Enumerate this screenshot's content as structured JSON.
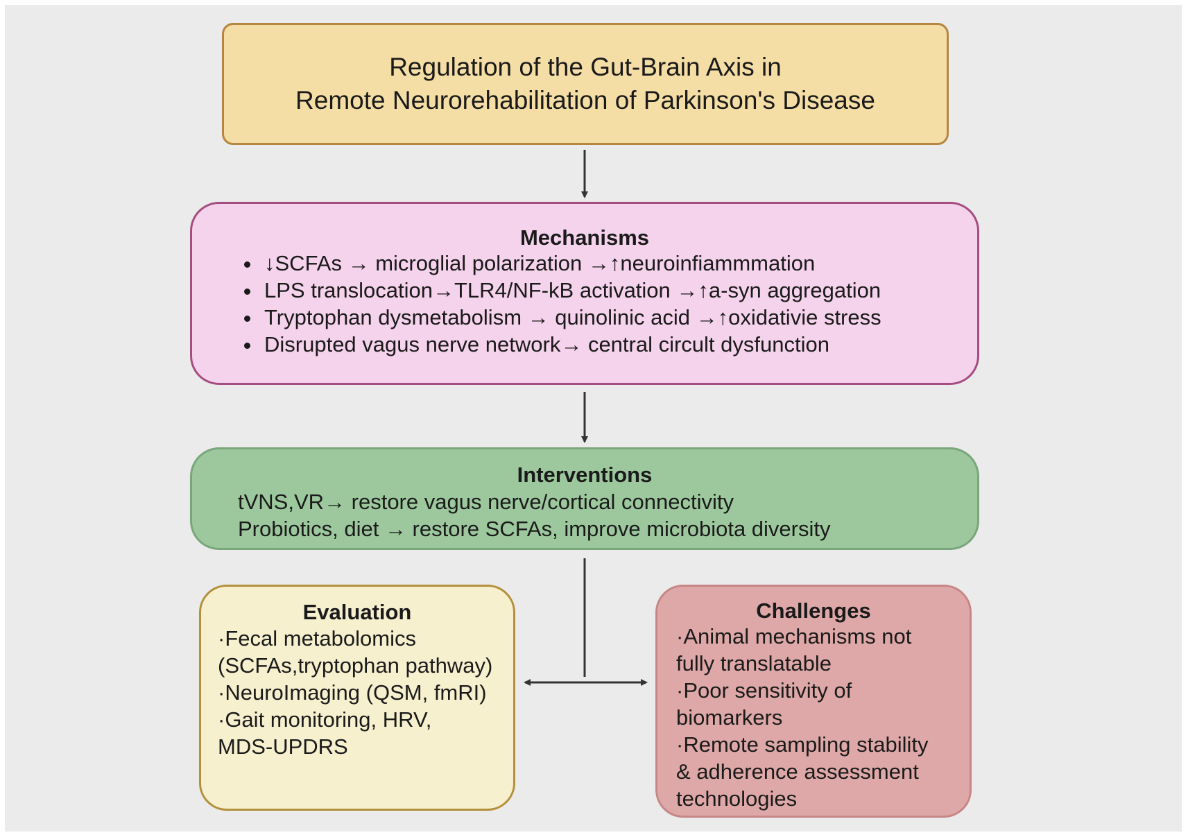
{
  "title": {
    "line1": "Regulation of the Gut-Brain Axis in",
    "line2": "Remote Neurorehabilitation of Parkinson's Disease"
  },
  "mechanisms": {
    "heading": "Mechanisms",
    "items": [
      "↓SCFAs → microglial polarization →↑neuroinfiammmation",
      "LPS translocation→TLR4/NF-kB activation →↑a-syn aggregation",
      "Tryptophan dysmetabolism → quinolinic acid →↑oxidativie stress",
      "Disrupted vagus nerve network→ central circult dysfunction"
    ]
  },
  "interventions": {
    "heading": "Interventions",
    "lines": [
      "tVNS,VR→ restore vagus nerve/cortical connectivity",
      "Probiotics, diet → restore SCFAs, improve microbiota diversity"
    ]
  },
  "evaluation": {
    "heading": "Evaluation",
    "lines": [
      "·Fecal metabolomics",
      "(SCFAs,tryptophan pathway)",
      "·NeuroImaging (QSM, fmRI)",
      "·Gait monitoring, HRV,",
      "MDS-UPDRS"
    ]
  },
  "challenges": {
    "heading": "Challenges",
    "lines": [
      "·Animal mechanisms not",
      "fully translatable",
      "·Poor sensitivity of",
      "biomarkers",
      "·Remote sampling stability",
      "& adherence assessment",
      "technologies"
    ]
  },
  "colors": {
    "title_fill": "#f5dea5",
    "mechanisms_fill": "#f5d3ec",
    "interventions_fill": "#9dc89e",
    "evaluation_fill": "#f6f0cf",
    "challenges_fill": "#dfa8a8",
    "arrow": "#333333"
  }
}
